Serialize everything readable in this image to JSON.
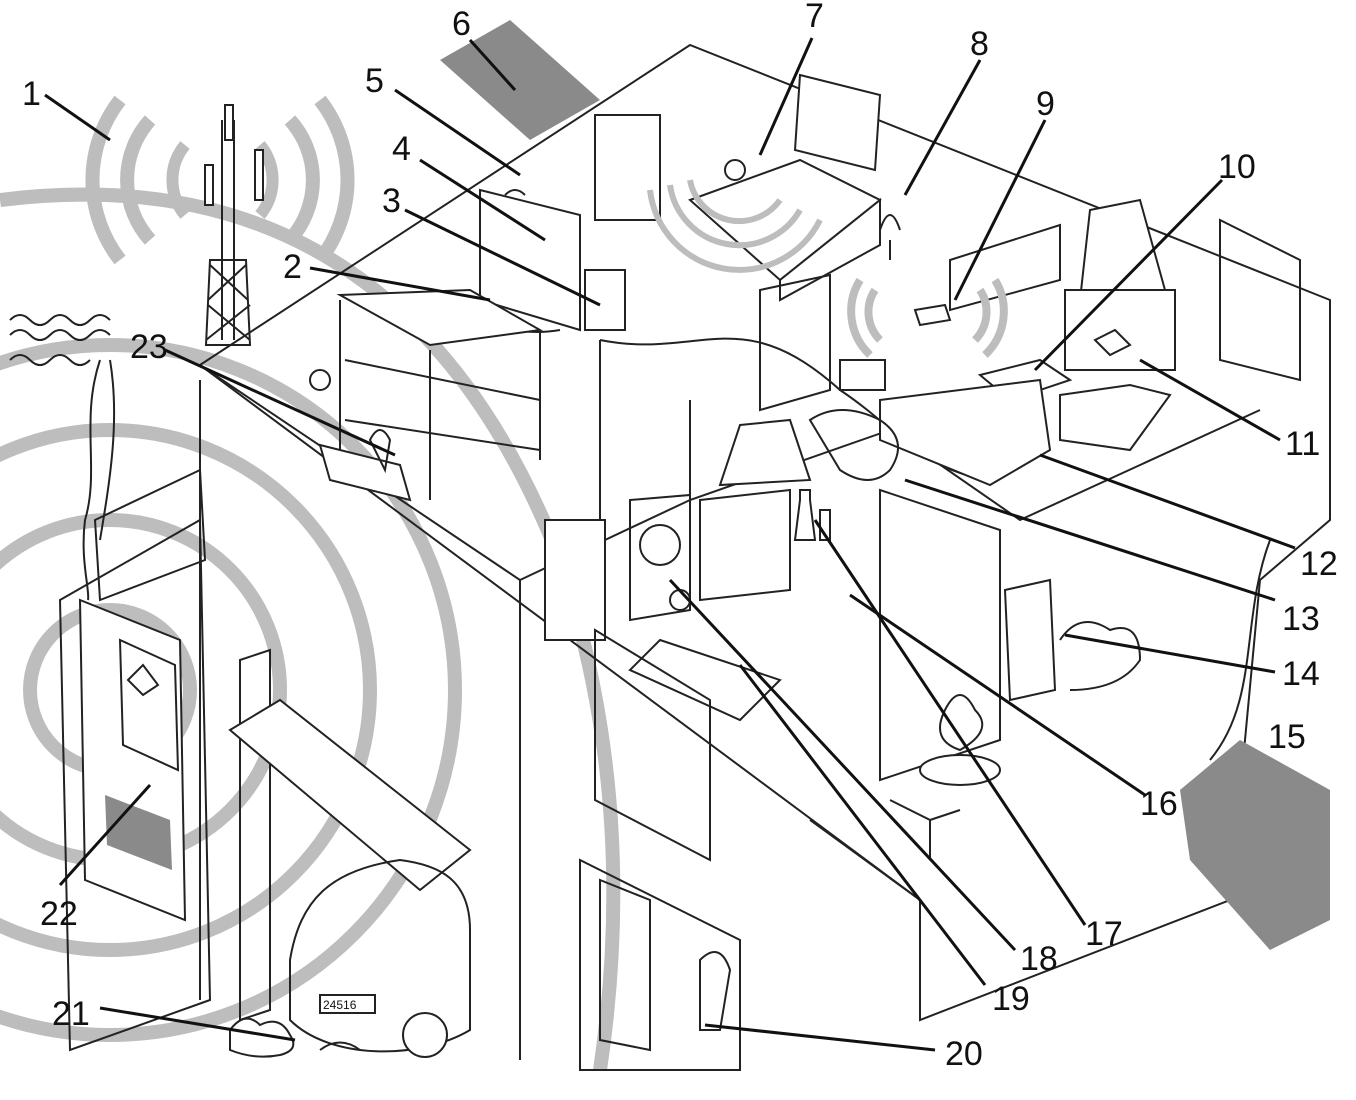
{
  "diagram": {
    "labels": [
      {
        "id": "1",
        "text": "1"
      },
      {
        "id": "2",
        "text": "2"
      },
      {
        "id": "3",
        "text": "3"
      },
      {
        "id": "4",
        "text": "4"
      },
      {
        "id": "5",
        "text": "5"
      },
      {
        "id": "6",
        "text": "6"
      },
      {
        "id": "7",
        "text": "7"
      },
      {
        "id": "8",
        "text": "8"
      },
      {
        "id": "9",
        "text": "9"
      },
      {
        "id": "10",
        "text": "10"
      },
      {
        "id": "11",
        "text": "11"
      },
      {
        "id": "12",
        "text": "12"
      },
      {
        "id": "13",
        "text": "13"
      },
      {
        "id": "14",
        "text": "14"
      },
      {
        "id": "15",
        "text": "15"
      },
      {
        "id": "16",
        "text": "16"
      },
      {
        "id": "17",
        "text": "17"
      },
      {
        "id": "18",
        "text": "18"
      },
      {
        "id": "19",
        "text": "19"
      },
      {
        "id": "20",
        "text": "20"
      },
      {
        "id": "21",
        "text": "21"
      },
      {
        "id": "22",
        "text": "22"
      },
      {
        "id": "23",
        "text": "23"
      }
    ],
    "car_plate": "24516",
    "colors": {
      "line": "#111111",
      "wave": "#bdbdbd",
      "hatch": "#8a8a8a",
      "background": "#ffffff"
    }
  }
}
